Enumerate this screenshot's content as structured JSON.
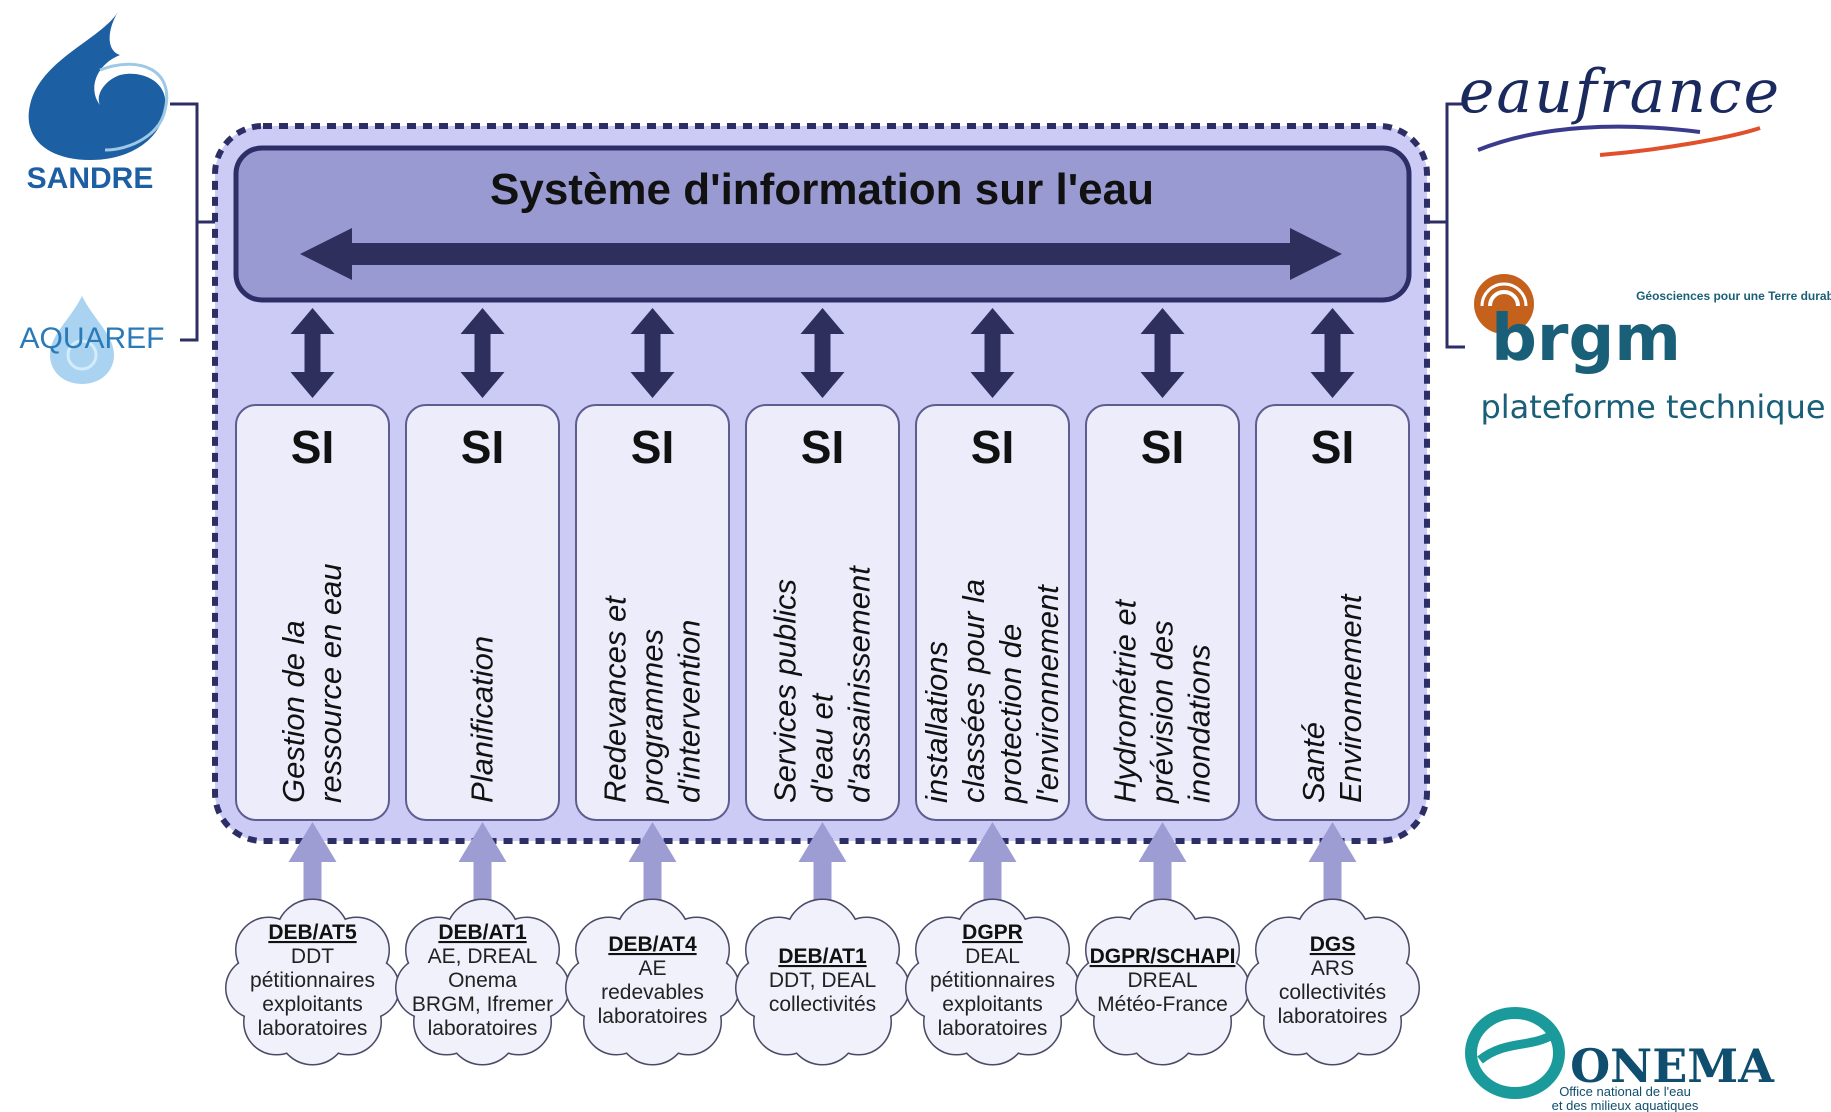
{
  "title": "Système d'information sur l'eau",
  "si_label": "SI",
  "systems": [
    {
      "lines": [
        "Gestion de la",
        "ressource en eau"
      ]
    },
    {
      "lines": [
        "Planification"
      ]
    },
    {
      "lines": [
        "Redevances et",
        "programmes",
        "d'intervention"
      ]
    },
    {
      "lines": [
        "Services publics",
        "d'eau et",
        "d'assainissement"
      ]
    },
    {
      "lines": [
        "installations",
        "classées pour la",
        "protection de",
        "l'environnement"
      ]
    },
    {
      "lines": [
        "Hydrométrie et",
        "prévision des",
        "inondations"
      ]
    },
    {
      "lines": [
        "Santé",
        "Environnement"
      ]
    }
  ],
  "sources": [
    {
      "org": "DEB/AT5",
      "lines": [
        "DDT",
        "pétitionnaires",
        "exploitants",
        "laboratoires"
      ]
    },
    {
      "org": "DEB/AT1",
      "lines": [
        "AE, DREAL",
        "Onema",
        "BRGM, Ifremer",
        "laboratoires"
      ]
    },
    {
      "org": "DEB/AT4",
      "lines": [
        "AE",
        "redevables",
        "laboratoires"
      ]
    },
    {
      "org": "DEB/AT1",
      "lines": [
        "DDT, DEAL",
        "collectivités"
      ]
    },
    {
      "org": "DGPR",
      "lines": [
        "DEAL",
        "pétitionnaires",
        "exploitants",
        "laboratoires"
      ]
    },
    {
      "org": "DGPR/SCHAPI",
      "lines": [
        "DREAL",
        "Météo-France"
      ]
    },
    {
      "org": "DGS",
      "lines": [
        "ARS",
        "collectivités",
        "laboratoires"
      ]
    }
  ],
  "logos": {
    "sandre": "SANDRE",
    "aquaref": "AQUAREF",
    "eaufrance": "eaufrance",
    "brgm": "brgm",
    "brgm_tagline": "Géosciences pour une Terre durable",
    "plateforme": "plateforme technique",
    "onema": "ONEMA",
    "onema_sub_1": "Office national de l'eau",
    "onema_sub_2": "et des milieux aquatiques"
  },
  "colors": {
    "outer_fill": "#cbcbf5",
    "outer_stroke": "#2e2e66",
    "title_fill": "#9a9ad2",
    "box_fill": "#ececfb",
    "arrow_dark": "#2f2f5e",
    "arrow_light": "#9d9dd4"
  }
}
